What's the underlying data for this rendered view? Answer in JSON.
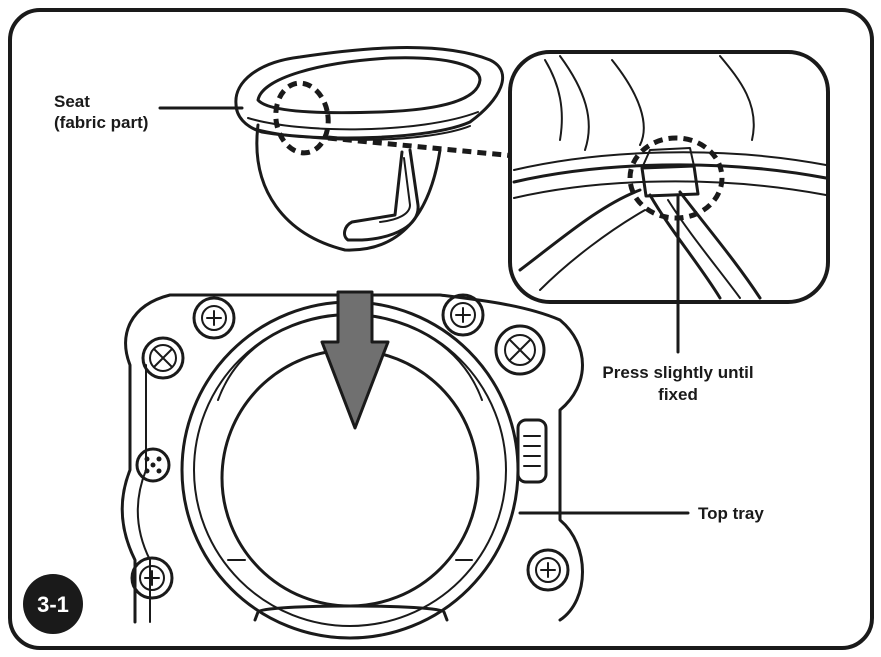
{
  "step": {
    "number": "3-1"
  },
  "labels": {
    "seat_line1": "Seat",
    "seat_line2": "(fabric part)",
    "press_line1": "Press slightly until",
    "press_line2": "fixed",
    "top_tray": "Top tray"
  },
  "colors": {
    "outline": "#1a1a1a",
    "arrow_fill": "#707070",
    "badge_fill": "#1a1a1a",
    "background": "#ffffff"
  },
  "icons": [
    "down-arrow-icon",
    "screw-icon",
    "knob-icon",
    "latch-icon"
  ]
}
